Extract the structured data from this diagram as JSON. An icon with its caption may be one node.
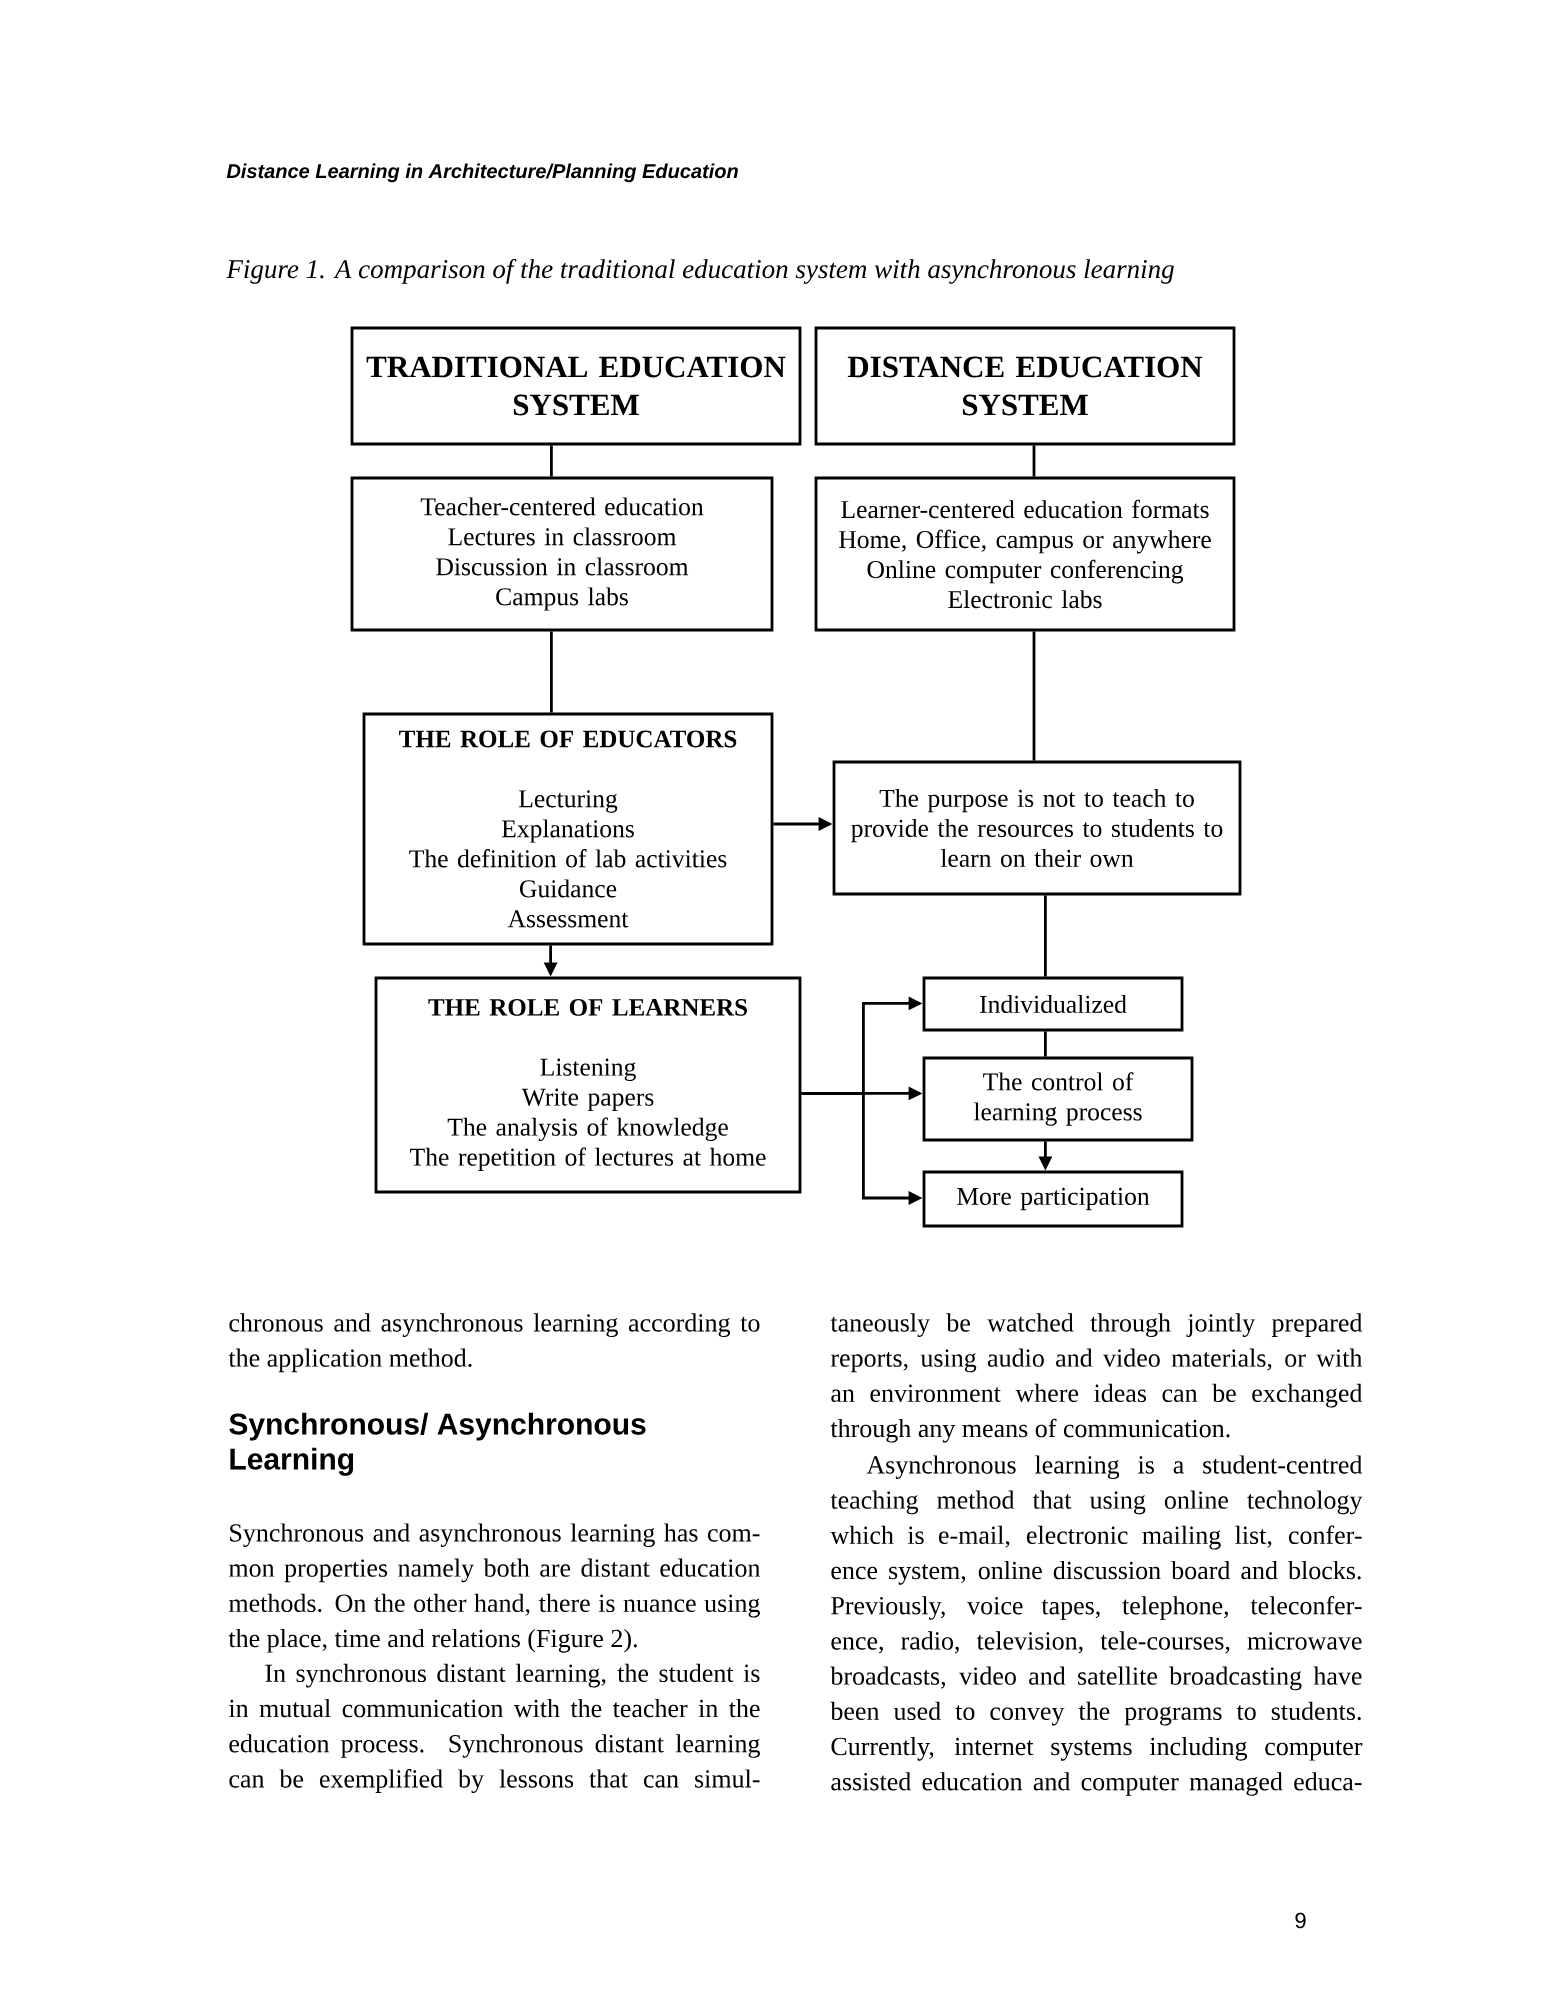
{
  "diagram": {
    "caption": "Figure 1. A comparison of the traditional education system with asynchronous learning",
    "nodes": [
      {
        "text": [
          "TRADITIONAL EDUCATION SYSTEM"
        ]
      },
      {
        "text": [
          "DISTANCE EDUCATION SYSTEM"
        ]
      },
      {
        "text": [
          "Teacher-centered education",
          "Lectures in classroom",
          "Discussion in classroom",
          "Campus labs"
        ]
      },
      {
        "text": [
          "Learner-centered education formats",
          "Home, Office, campus or anywhere",
          "Online computer conferencing",
          "Electronic labs"
        ]
      },
      {
        "text": [
          "THE ROLE OF EDUCATORS",
          "Lecturing",
          "Explanations",
          "The definition of lab activities",
          "Guidance",
          "Assessment"
        ]
      },
      {
        "text": [
          "The purpose is not to teach to provide the resources to students to learn on their own"
        ]
      },
      {
        "text": [
          "THE ROLE OF LEARNERS",
          "Listening",
          "Write papers",
          "The analysis of knowledge",
          "The repetition of lectures at home"
        ]
      },
      {
        "text": [
          "Individualized"
        ]
      },
      {
        "text": [
          "The control of learning process"
        ]
      },
      {
        "text": [
          "More participation"
        ]
      }
    ],
    "edges": [
      {
        "from": 0,
        "to": 2,
        "arrow": "none"
      },
      {
        "from": 1,
        "to": 3,
        "arrow": "none"
      },
      {
        "from": 2,
        "to": 4,
        "arrow": "none"
      },
      {
        "from": 3,
        "to": 5,
        "arrow": "none"
      },
      {
        "from": 4,
        "to": 5,
        "arrow": "to"
      },
      {
        "from": 4,
        "to": 6,
        "arrow": "to"
      },
      {
        "from": 5,
        "to": 7,
        "arrow": "none"
      },
      {
        "from": 7,
        "to": 8,
        "arrow": "none"
      },
      {
        "from": 8,
        "to": 9,
        "arrow": "to"
      },
      {
        "from": 6,
        "to": 7,
        "arrow": "to"
      },
      {
        "from": 6,
        "to": 8,
        "arrow": "to"
      },
      {
        "from": 6,
        "to": 9,
        "arrow": "to"
      }
    ],
    "labels": [
      "Distance Learning in Architecture/Planning Education",
      "chronous and asynchronous learning according to the application method.",
      "Synchronous/ Asynchronous Learning",
      "Synchronous and asynchronous learning has com- mon properties namely both are distant education methods. On the other hand, there is nuance using the place, time and relations (Figure 2).",
      "In synchronous distant learning, the student is in mutual communication with the teacher in the education process. Synchronous distant learning can be exemplified by lessons that can simul-",
      "taneously be watched through jointly prepared reports, using audio and video materials, or with an environment where ideas can be exchanged through any means of communication.",
      "Asynchronous learning is a student-centred teaching method that using online technology which is e-mail, electronic mailing list, confer- ence system, online discussion board and blocks. Previously, voice tapes, telephone, teleconfer- ence, radio, television, tele-courses, microwave broadcasts, video and satellite broadcasting have been used to convey the programs to students. Currently, internet systems including computer assisted education and computer managed educa-",
      "9"
    ]
  }
}
